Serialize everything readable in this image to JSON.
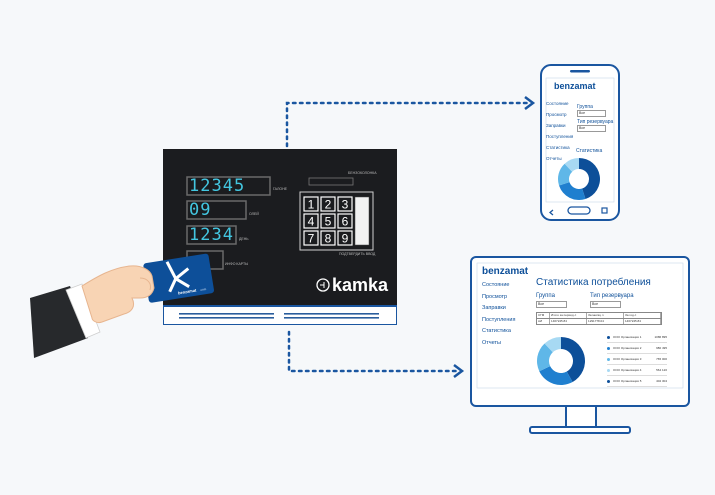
{
  "terminal": {
    "display_1": "12345",
    "display_2": "09",
    "display_3": "1234",
    "display_1_label": "ГАЛОНЕ",
    "display_2_label": "ОЛЕЙ",
    "display_3_label": "ДЕНЬ",
    "display_4_label": "ИНФО КАРТЫ",
    "keypad_top_label": "БЕНЗОКОЛОНКА",
    "keypad_bottom_label": "ПОДТВЕРДИТЬ ВВОД",
    "keys": [
      "1",
      "2",
      "3",
      "4",
      "5",
      "6",
      "7",
      "8",
      "9"
    ],
    "brand": "kamka"
  },
  "card": {
    "brand": "benzamat",
    "suffix": ".com"
  },
  "phone": {
    "brand": "benzamat",
    "nav": [
      "Состояние",
      "Просмотр",
      "Заправки",
      "Поступления",
      "Статистика",
      "Отчеты"
    ],
    "group_label": "Группа",
    "tank_label": "Тип резервуара",
    "select_value": "Все",
    "stats_title": "Статистика"
  },
  "monitor": {
    "brand": "benzamat",
    "title": "Статистика потребления",
    "nav": [
      "Состояние",
      "Просмотр",
      "Заправки",
      "Поступления",
      "Статистика",
      "Отчеты"
    ],
    "group_label": "Группа",
    "tank_label": "Тип резервуара",
    "select_value": "Все",
    "table_header": [
      "СГМ",
      "Итого за период л",
      "За месяц л",
      "За год л"
    ],
    "table_row": [
      "АИ",
      "1467245.84",
      "1291778.04",
      "1467245.84"
    ],
    "legend": [
      "ООО Организация 1",
      "ООО Организация 2",
      "ООО Организация 3",
      "ООО Организация 4",
      "ООО Организация 5"
    ],
    "legend_values": [
      "1086 895",
      "980 495",
      "765 000",
      "564 120",
      "402 304"
    ]
  },
  "colors": {
    "brand_blue": "#0d4f99",
    "arrow_blue": "#1a56a0",
    "terminal_body": "#1b1c1f",
    "lcd_cyan": "#43c6e0",
    "pie": [
      "#0d4f99",
      "#1f7fcf",
      "#5fb7e8",
      "#a7d9f3"
    ]
  }
}
